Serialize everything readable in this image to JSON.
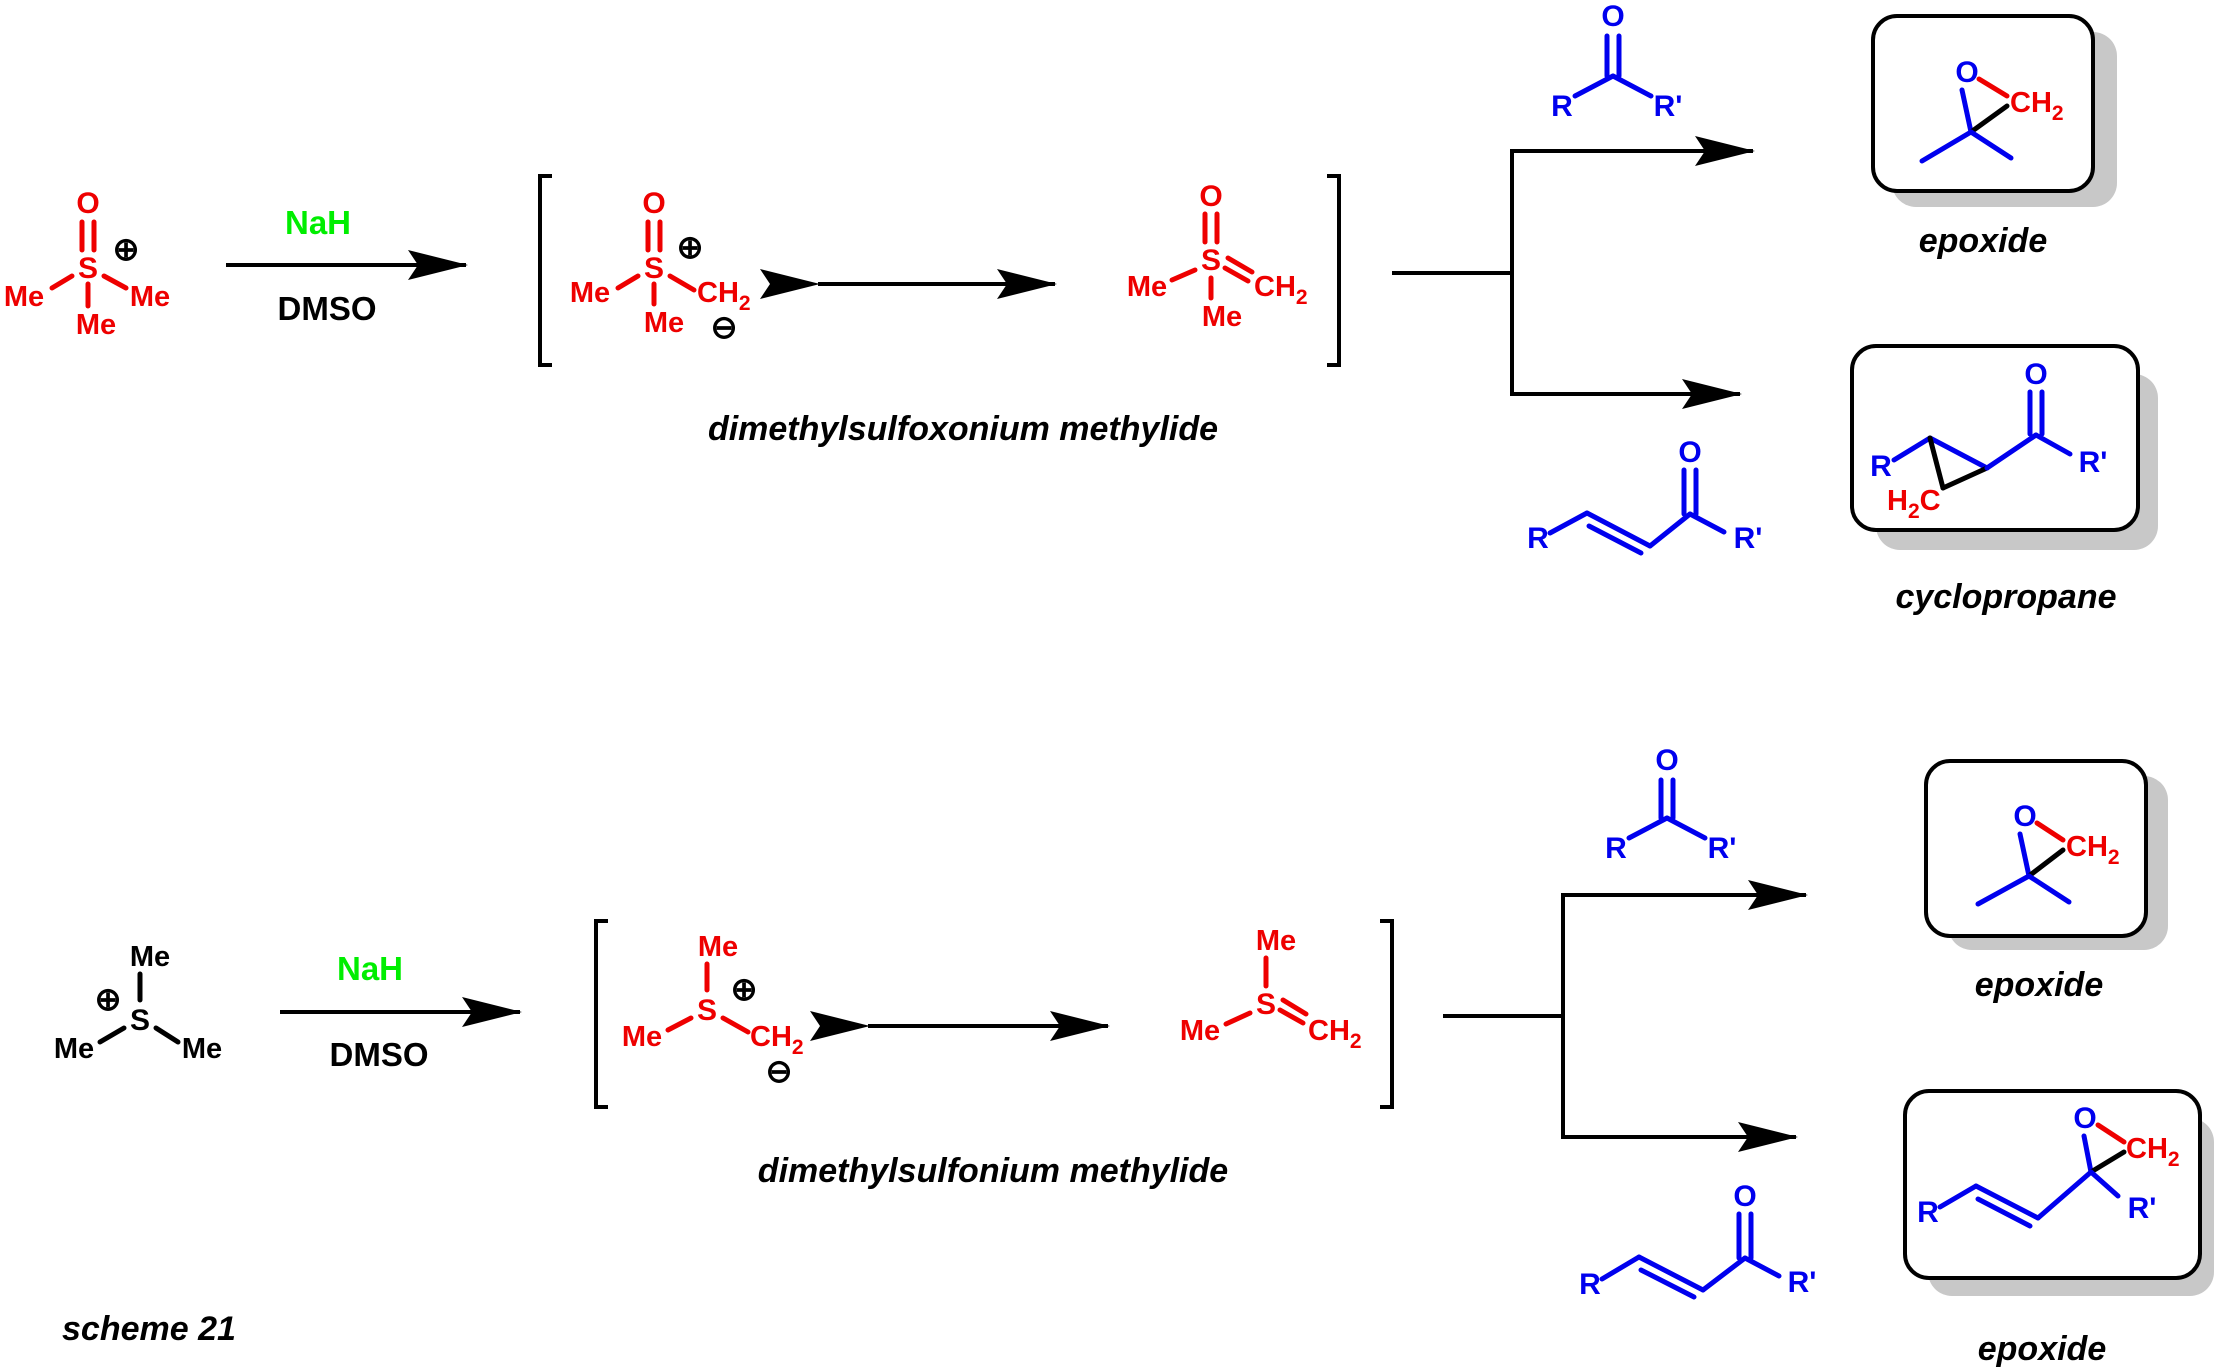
{
  "scheme_label": "scheme 21",
  "colors": {
    "ylide": "#ee0000",
    "substrate": "#0000ee",
    "reagent": "#00ee00",
    "ink": "#000000",
    "shadow": "#c8c8c8"
  },
  "atoms": {
    "O": "O",
    "S": "S",
    "Me": "Me",
    "CH2": "CH",
    "sub2": "2",
    "R": "R",
    "Rp": "R'",
    "H2C": "H",
    "C": "C"
  },
  "charges": {
    "plus": "⊕",
    "minus": "⊖"
  },
  "top": {
    "reagent": "NaH",
    "solvent": "DMSO",
    "ylide_name": "dimethylsulfoxonium methylide",
    "product_1": "epoxide",
    "product_2": "cyclopropane"
  },
  "bottom": {
    "reagent": "NaH",
    "solvent": "DMSO",
    "ylide_name": "dimethylsulfonium methylide",
    "product_1": "epoxide",
    "product_2": "epoxide"
  }
}
